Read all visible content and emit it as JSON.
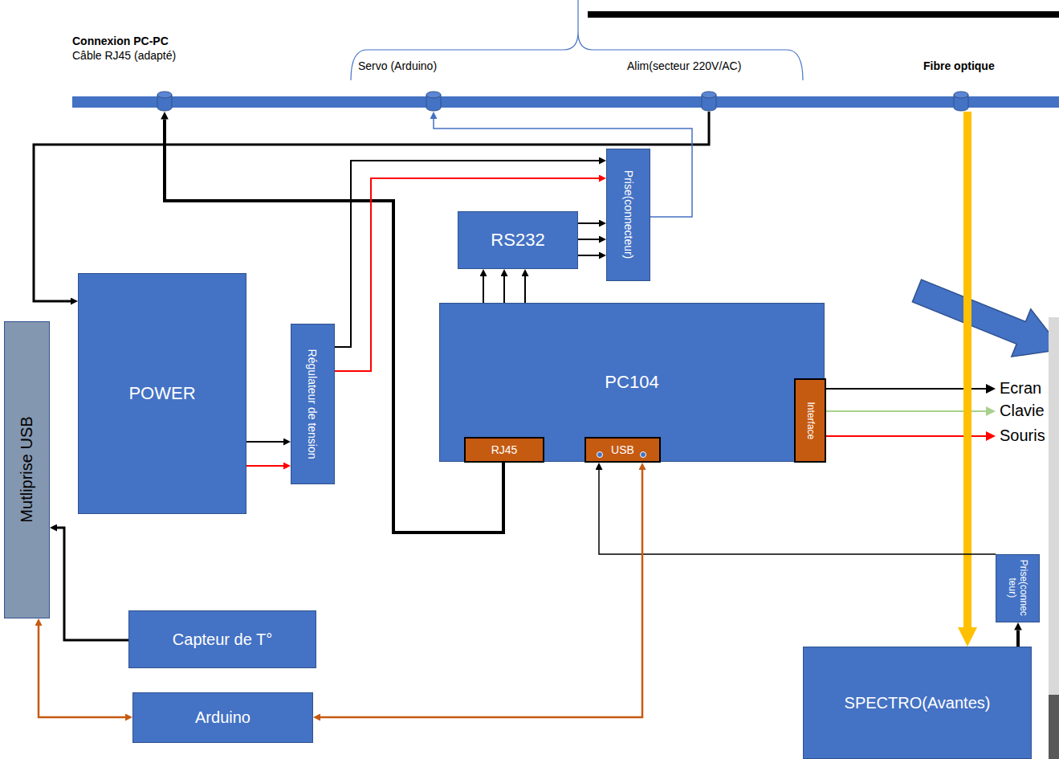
{
  "diagram": {
    "nodes": [
      {
        "text": [
          "Connexion PC-PC",
          "Câble RJ45 (adapté)"
        ]
      },
      {
        "text": [
          "Servo (Arduino)"
        ]
      },
      {
        "text": [
          "Alim(secteur 220V/AC)"
        ]
      },
      {
        "text": [
          "Fibre optique"
        ]
      },
      {
        "text": [
          "Prise(connecteur)"
        ]
      },
      {
        "text": [
          "RS232"
        ]
      },
      {
        "text": [
          "Mutliprise USB"
        ]
      },
      {
        "text": [
          "POWER"
        ]
      },
      {
        "text": [
          "Régulateur de tension"
        ]
      },
      {
        "text": [
          "PC104"
        ]
      },
      {
        "text": [
          "RJ45"
        ],
        "in": 9
      },
      {
        "text": [
          "USB"
        ],
        "in": 9
      },
      {
        "text": [
          "Interface"
        ],
        "in": 9
      },
      {
        "text": [
          "Prise(connecteur)"
        ]
      },
      {
        "text": [
          "Capteur de T°"
        ]
      },
      {
        "text": [
          "Arduino"
        ]
      },
      {
        "text": [
          "SPECTRO(Avantes)"
        ]
      }
    ],
    "edges": [
      {
        "from": 10,
        "to": 0,
        "arrow": "to"
      },
      {
        "from": 2,
        "to": 7,
        "arrow": "to"
      },
      {
        "from": 7,
        "to": 8,
        "arrow": "to"
      },
      {
        "from": 7,
        "to": 8,
        "arrow": "to"
      },
      {
        "from": 8,
        "to": 4,
        "arrow": "to"
      },
      {
        "from": 8,
        "to": 4,
        "arrow": "to"
      },
      {
        "from": 5,
        "to": 4,
        "arrow": "to"
      },
      {
        "from": 5,
        "to": 4,
        "arrow": "to"
      },
      {
        "from": 5,
        "to": 4,
        "arrow": "to"
      },
      {
        "from": 9,
        "to": 5,
        "arrow": "to"
      },
      {
        "from": 9,
        "to": 5,
        "arrow": "to"
      },
      {
        "from": 9,
        "to": 5,
        "arrow": "to"
      },
      {
        "from": 4,
        "to": 1,
        "arrow": "to"
      },
      {
        "from": 3,
        "to": 16,
        "arrow": "to"
      },
      {
        "from": 16,
        "to": 13,
        "arrow": "to"
      },
      {
        "from": 13,
        "to": 11,
        "arrow": "to"
      },
      {
        "from": 15,
        "to": 11,
        "arrow": "both"
      },
      {
        "from": 6,
        "to": 15,
        "arrow": "both"
      },
      {
        "from": 14,
        "to": 6,
        "arrow": "to"
      }
    ],
    "labels": [
      "Ecran",
      "Clavie",
      "Souris"
    ]
  }
}
